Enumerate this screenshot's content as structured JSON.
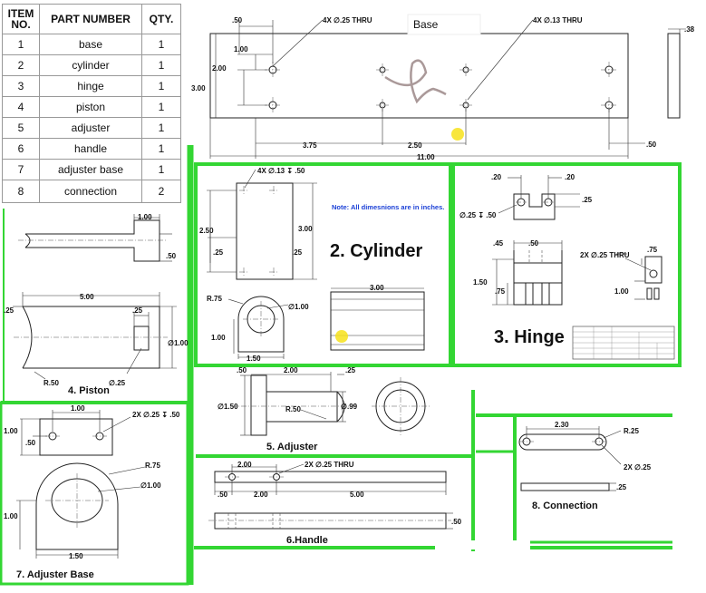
{
  "bom": {
    "headers": [
      "ITEM NO.",
      "PART NUMBER",
      "QTY."
    ],
    "rows": [
      {
        "item": "1",
        "part": "base",
        "qty": "1"
      },
      {
        "item": "2",
        "part": "cylinder",
        "qty": "1"
      },
      {
        "item": "3",
        "part": "hinge",
        "qty": "1"
      },
      {
        "item": "4",
        "part": "piston",
        "qty": "1"
      },
      {
        "item": "5",
        "part": "adjuster",
        "qty": "1"
      },
      {
        "item": "6",
        "part": "handle",
        "qty": "1"
      },
      {
        "item": "7",
        "part": "adjuster base",
        "qty": "1"
      },
      {
        "item": "8",
        "part": "connection",
        "qty": "2"
      }
    ]
  },
  "base": {
    "label": "Base",
    "callout_holes_large": "4X ∅.25 THRU",
    "callout_holes_small": "4X ∅.13 THRU",
    "dim_top": ".50",
    "dim_hole_offset": "1.00",
    "dim_hole_spacing": "2.00",
    "dim_height": "3.00",
    "dim_seg1": "3.75",
    "dim_seg2": "2.50",
    "dim_edge": ".50",
    "dim_total": "11.00",
    "dim_thickness": ".38"
  },
  "cylinder": {
    "title": "2. Cylinder",
    "note": "Note: All dimesnions are in inches.",
    "callout_holes": "4X ∅.13 ↧ .50",
    "dim_height_left": "2.50",
    "dim_height_right": "3.00",
    "dim_edge_left": ".25",
    "dim_edge_right": ".25",
    "dim_radius": "R.75",
    "dim_bore": "∅1.00",
    "dim_center": "1.00",
    "dim_width": "1.50",
    "dim_length": "3.00"
  },
  "hinge": {
    "title": "3. Hinge",
    "dim_a": ".20",
    "dim_b": ".20",
    "dim_c": ".25",
    "callout_counterbore": "∅.25 ↧ .50",
    "dim_d": ".45",
    "dim_e": ".50",
    "dim_height": "1.50",
    "dim_f": ".75",
    "callout_holes": "2X ∅.25 THRU",
    "dim_g": ".75",
    "dim_h": "1.00"
  },
  "piston": {
    "title": "4. Piston",
    "dim_top": "1.00",
    "dim_side": ".50",
    "dim_left": ".25",
    "dim_length": "5.00",
    "dim_slot": ".25",
    "dim_dia": "∅1.00",
    "dim_radius": "R.50",
    "dim_hole": "∅.25"
  },
  "adjuster": {
    "title": "5. Adjuster",
    "dim_a": ".50",
    "dim_b": "2.00",
    "dim_c": ".25",
    "dim_dia_left": "∅1.50",
    "dim_dia_right": "∅.99",
    "dim_radius": "R.50"
  },
  "handle": {
    "title": "6.Handle",
    "dim_a": "2.00",
    "callout_holes": "2X ∅.25 THRU",
    "dim_b": ".50",
    "dim_c": "2.00",
    "dim_length": "5.00",
    "dim_thick": ".50"
  },
  "adjuster_base": {
    "title": "7. Adjuster Base",
    "dim_top": "1.00",
    "callout_holes": "2X ∅.25 ↧ .50",
    "dim_height": "1.00",
    "dim_half": ".50",
    "dim_radius": "R.75",
    "dim_bore": "∅1.00",
    "dim_center": "1.00",
    "dim_width": "1.50"
  },
  "connection": {
    "title": "8. Connection",
    "dim_length": "2.30",
    "dim_radius": "R.25",
    "callout_holes": "2X ∅.25",
    "dim_thick": ".25"
  },
  "colors": {
    "frame_green": "#33d633",
    "note_blue": "#1a3fd6",
    "highlight_yellow": "#f7e21b"
  }
}
